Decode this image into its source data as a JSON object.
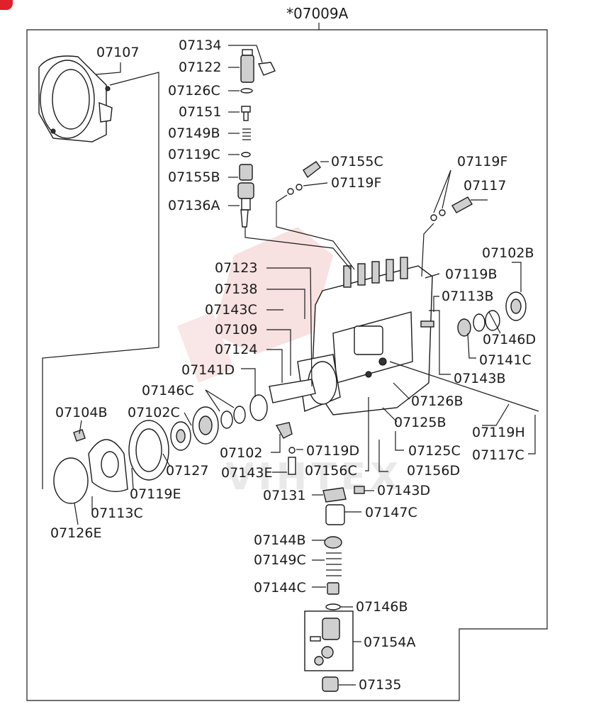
{
  "diagram": {
    "title": "*07009A",
    "watermark": "VIHTEX",
    "labels": [
      {
        "id": "07107",
        "text": "07107"
      },
      {
        "id": "07134",
        "text": "07134"
      },
      {
        "id": "07122",
        "text": "07122"
      },
      {
        "id": "07126C",
        "text": "07126C"
      },
      {
        "id": "07151",
        "text": "07151"
      },
      {
        "id": "07149B",
        "text": "07149B"
      },
      {
        "id": "07119C",
        "text": "07119C"
      },
      {
        "id": "07155B",
        "text": "07155B"
      },
      {
        "id": "07136A",
        "text": "07136A"
      },
      {
        "id": "07155C",
        "text": "07155C"
      },
      {
        "id": "07119F-a",
        "text": "07119F"
      },
      {
        "id": "07119F-b",
        "text": "07119F"
      },
      {
        "id": "07117",
        "text": "07117"
      },
      {
        "id": "07102B",
        "text": "07102B"
      },
      {
        "id": "07123",
        "text": "07123"
      },
      {
        "id": "07119B",
        "text": "07119B"
      },
      {
        "id": "07138",
        "text": "07138"
      },
      {
        "id": "07113B",
        "text": "07113B"
      },
      {
        "id": "07143C",
        "text": "07143C"
      },
      {
        "id": "07109",
        "text": "07109"
      },
      {
        "id": "07146D",
        "text": "07146D"
      },
      {
        "id": "07124",
        "text": "07124"
      },
      {
        "id": "07141C",
        "text": "07141C"
      },
      {
        "id": "07141D",
        "text": "07141D"
      },
      {
        "id": "07143B",
        "text": "07143B"
      },
      {
        "id": "07146C",
        "text": "07146C"
      },
      {
        "id": "07126B",
        "text": "07126B"
      },
      {
        "id": "07104B",
        "text": "07104B"
      },
      {
        "id": "07102C",
        "text": "07102C"
      },
      {
        "id": "07125B",
        "text": "07125B"
      },
      {
        "id": "07119H",
        "text": "07119H"
      },
      {
        "id": "07102",
        "text": "07102"
      },
      {
        "id": "07119D",
        "text": "07119D"
      },
      {
        "id": "07125C",
        "text": "07125C"
      },
      {
        "id": "07117C",
        "text": "07117C"
      },
      {
        "id": "07127",
        "text": "07127"
      },
      {
        "id": "07143E",
        "text": "07143E"
      },
      {
        "id": "07156C",
        "text": "07156C"
      },
      {
        "id": "07156D",
        "text": "07156D"
      },
      {
        "id": "07119E",
        "text": "07119E"
      },
      {
        "id": "07131",
        "text": "07131"
      },
      {
        "id": "07143D",
        "text": "07143D"
      },
      {
        "id": "07113C",
        "text": "07113C"
      },
      {
        "id": "07147C",
        "text": "07147C"
      },
      {
        "id": "07126E",
        "text": "07126E"
      },
      {
        "id": "07144B",
        "text": "07144B"
      },
      {
        "id": "07149C",
        "text": "07149C"
      },
      {
        "id": "07144C",
        "text": "07144C"
      },
      {
        "id": "07146B",
        "text": "07146B"
      },
      {
        "id": "07154A",
        "text": "07154A"
      },
      {
        "id": "07135",
        "text": "07135"
      }
    ]
  }
}
